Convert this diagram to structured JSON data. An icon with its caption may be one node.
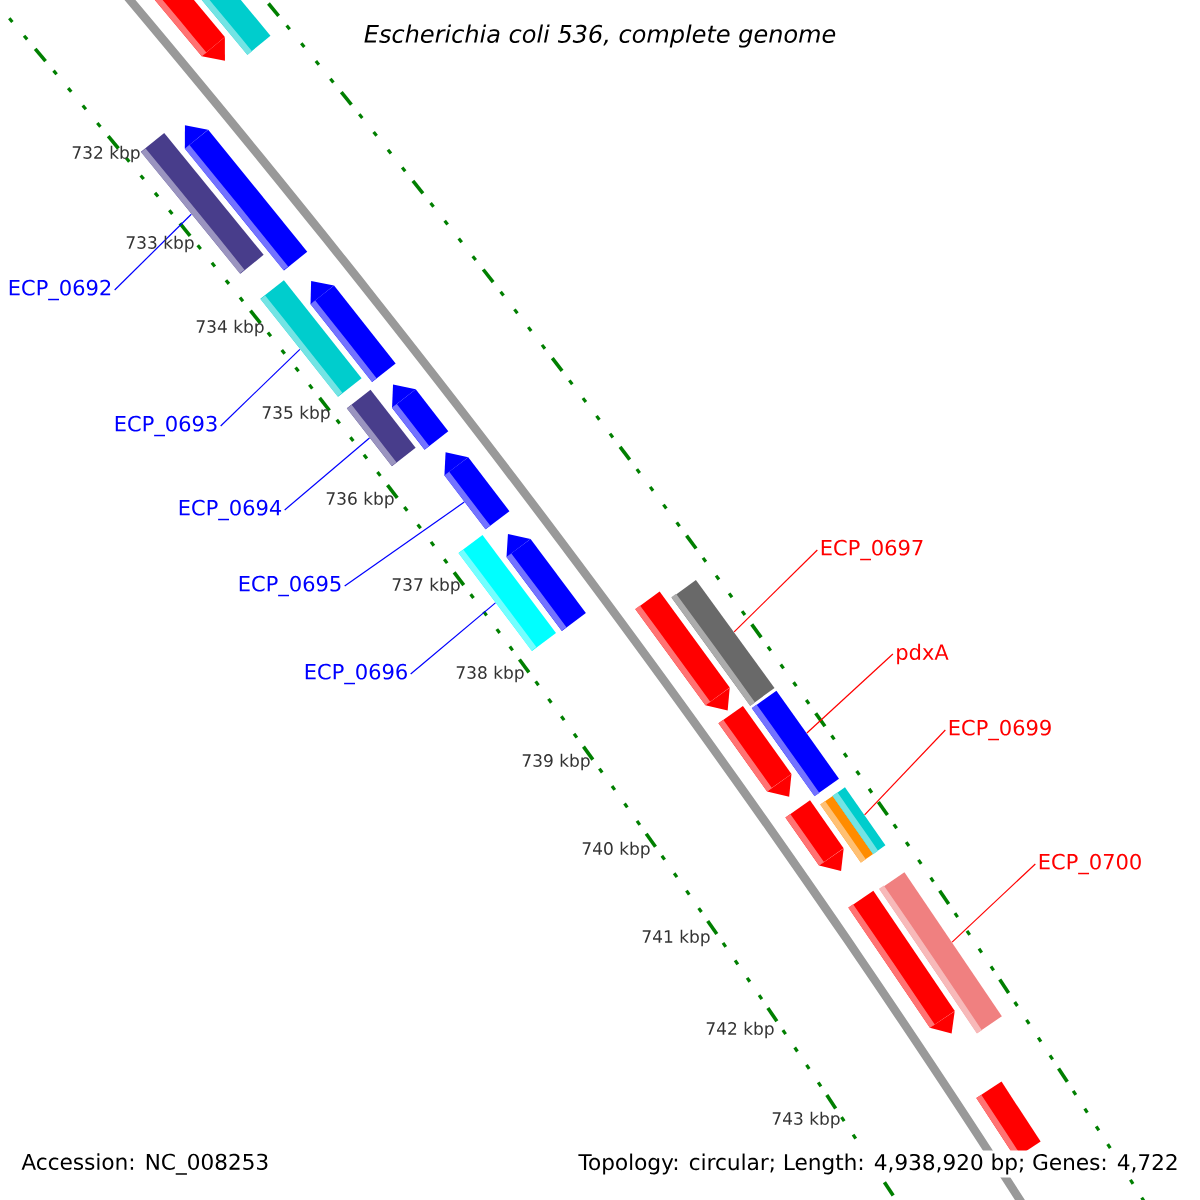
{
  "diagram": {
    "title": "*Escherichia coli* 536, complete genome",
    "nodes": [
      {
        "text": [
          "ECP_0692"
        ]
      },
      {
        "text": [
          "ECP_0693"
        ]
      },
      {
        "text": [
          "ECP_0694"
        ]
      },
      {
        "text": [
          "ECP_0695"
        ]
      },
      {
        "text": [
          "ECP_0696"
        ]
      },
      {
        "text": [
          "ECP_0697"
        ]
      },
      {
        "text": [
          "pdxA"
        ]
      },
      {
        "text": [
          "ECP_0699"
        ]
      },
      {
        "text": [
          "ECP_0700"
        ]
      },
      {
        "text": [],
        "shape": "arrow"
      },
      {
        "text": [],
        "shape": "bar"
      },
      {
        "text": [],
        "shape": "arrow"
      },
      {
        "text": [],
        "shape": "bar"
      },
      {
        "text": [],
        "shape": "arrow"
      },
      {
        "text": [],
        "shape": "bar"
      },
      {
        "text": [],
        "shape": "arrow"
      },
      {
        "text": [],
        "shape": "bar"
      },
      {
        "text": [],
        "shape": "arrow"
      },
      {
        "text": [],
        "shape": "arrow"
      },
      {
        "text": [],
        "shape": "bar"
      },
      {
        "text": [],
        "shape": "arrow"
      },
      {
        "text": [],
        "shape": "bar"
      },
      {
        "text": [],
        "shape": "arrow"
      },
      {
        "text": [],
        "shape": "bar"
      },
      {
        "text": [],
        "shape": "arrow"
      },
      {
        "text": [],
        "shape": "bar"
      },
      {
        "text": [],
        "shape": "bar"
      },
      {
        "text": [],
        "shape": "arrow"
      },
      {
        "text": [],
        "shape": "bar"
      },
      {
        "text": [],
        "shape": "bar"
      }
    ],
    "edges": [
      {
        "from": 0,
        "to": 12,
        "arrow": "none"
      },
      {
        "from": 1,
        "to": 14,
        "arrow": "none"
      },
      {
        "from": 2,
        "to": 16,
        "arrow": "none"
      },
      {
        "from": 3,
        "to": 17,
        "arrow": "none"
      },
      {
        "from": 4,
        "to": 19,
        "arrow": "none"
      },
      {
        "from": 5,
        "to": 21,
        "arrow": "none",
        "color": "#ff0000"
      },
      {
        "from": 6,
        "to": 23,
        "arrow": "none",
        "color": "#ff0000"
      },
      {
        "from": 7,
        "to": 26,
        "arrow": "none",
        "color": "#ff0000"
      },
      {
        "from": 8,
        "to": 28,
        "arrow": "none",
        "color": "#ff0000"
      }
    ],
    "labels": [
      "732 kbp",
      "733 kbp",
      "734 kbp",
      "735 kbp",
      "736 kbp",
      "737 kbp",
      "738 kbp",
      "739 kbp",
      "740 kbp",
      "741 kbp",
      "742 kbp",
      "743 kbp",
      "Accession: NC_008253",
      "Topology: circular; Length: 4,938,920 bp; Genes: 4,722"
    ]
  }
}
